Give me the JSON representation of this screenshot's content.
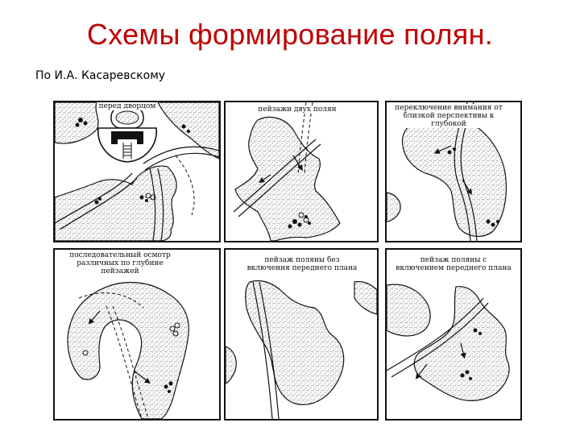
{
  "header": {
    "title": "Схемы формирование полян.",
    "subtitle": "По И.А. Касаревскому"
  },
  "panels": [
    {
      "id": "p1",
      "caption": "перед дворцом"
    },
    {
      "id": "p2",
      "caption": "пейзажи двух полян"
    },
    {
      "id": "p3",
      "caption_line1": "переключение внимания от",
      "caption_line2": "близкой перспективы к глубокой"
    },
    {
      "id": "p4",
      "caption_line1": "последовательный осмотр",
      "caption_line2": "различных по глубине пейзажей"
    },
    {
      "id": "p5",
      "caption_line1": "пейзаж поляны без",
      "caption_line2": "включения переднего плана"
    },
    {
      "id": "p6",
      "caption_line1": "пейзаж поляны с",
      "caption_line2": "включением переднего плана"
    }
  ],
  "colors": {
    "title": "#c00000",
    "ink": "#111111",
    "forest": "#b8b8b8"
  }
}
